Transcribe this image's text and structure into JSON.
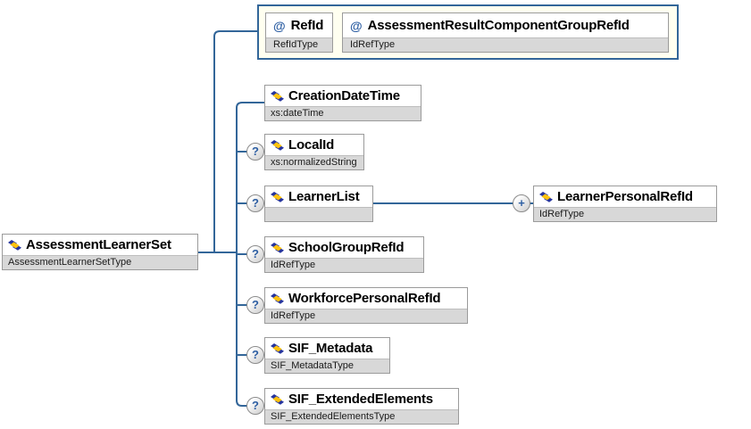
{
  "diagram": {
    "glyphs": {
      "attribute": "@",
      "optional": "?",
      "repeat": "+"
    },
    "colors": {
      "connector": "#336699",
      "attribute_container_bg": "#fffff0",
      "attribute_container_border": "#336699",
      "box_border": "#9b9b9b",
      "box_type_bg": "#d8d8d8",
      "icon_blue": "#25349e",
      "icon_gold": "#ffc20e",
      "badge_glyph": "#2e5fa3"
    },
    "root": {
      "name": "AssessmentLearnerSet",
      "type": "AssessmentLearnerSetType"
    },
    "attributes": [
      {
        "name": "RefId",
        "type": "RefIdType"
      },
      {
        "name": "AssessmentResultComponentGroupRefId",
        "type": "IdRefType"
      }
    ],
    "children": [
      {
        "name": "CreationDateTime",
        "type": "xs:dateTime",
        "occurrence": "required"
      },
      {
        "name": "LocalId",
        "type": "xs:normalizedString",
        "occurrence": "optional"
      },
      {
        "name": "LearnerList",
        "type": "",
        "occurrence": "optional"
      },
      {
        "name": "SchoolGroupRefId",
        "type": "IdRefType",
        "occurrence": "optional"
      },
      {
        "name": "WorkforcePersonalRefId",
        "type": "IdRefType",
        "occurrence": "optional"
      },
      {
        "name": "SIF_Metadata",
        "type": "SIF_MetadataType",
        "occurrence": "optional"
      },
      {
        "name": "SIF_ExtendedElements",
        "type": "SIF_ExtendedElementsType",
        "occurrence": "optional"
      }
    ],
    "learner_list_children": [
      {
        "name": "LearnerPersonalRefId",
        "type": "IdRefType",
        "occurrence": "repeat"
      }
    ]
  }
}
